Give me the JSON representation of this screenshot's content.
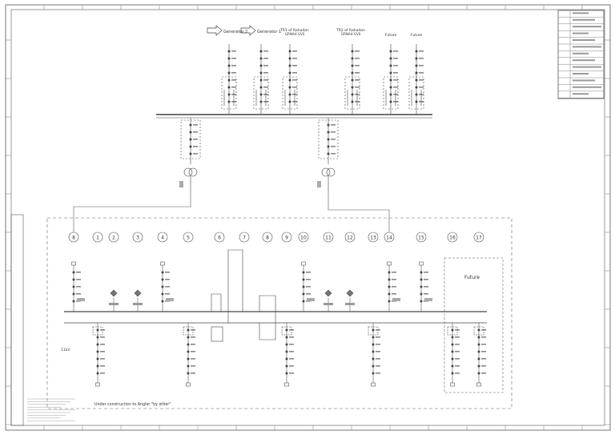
{
  "top_feeders": {
    "generators": [
      "Generator 2",
      "Generator 1"
    ],
    "labels": [
      "TR1 of Rahadan",
      "TR2 of Rahadan",
      "Future",
      "Future"
    ],
    "sublabels": [
      "GRNAH GVS",
      "GRNAH GVS"
    ]
  },
  "panel": {
    "numbers": [
      "8",
      "1",
      "2",
      "3",
      "4",
      "5",
      "6",
      "7",
      "8",
      "9",
      "10",
      "11",
      "12",
      "13",
      "14",
      "15",
      "16",
      "17"
    ],
    "future_label": "Future",
    "busbar_label": "11kV",
    "note": "Under construction to Angler \"by other\""
  },
  "title_block": {
    "rows": [
      "",
      "",
      "",
      "",
      "",
      "",
      "",
      "",
      "",
      "",
      "",
      "",
      ""
    ]
  },
  "colors": {
    "line": "#444444",
    "dash": "#666666",
    "background": "#ffffff"
  }
}
